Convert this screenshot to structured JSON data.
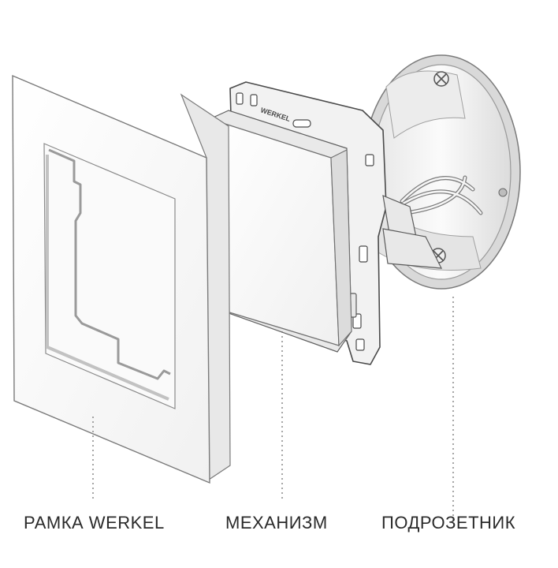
{
  "diagram": {
    "brand_marking": "WERKEL",
    "labels": {
      "frame": "РАМКА WERKEL",
      "mechanism": "МЕХАНИЗМ",
      "box": "ПОДРОЗЕТНИК"
    }
  }
}
